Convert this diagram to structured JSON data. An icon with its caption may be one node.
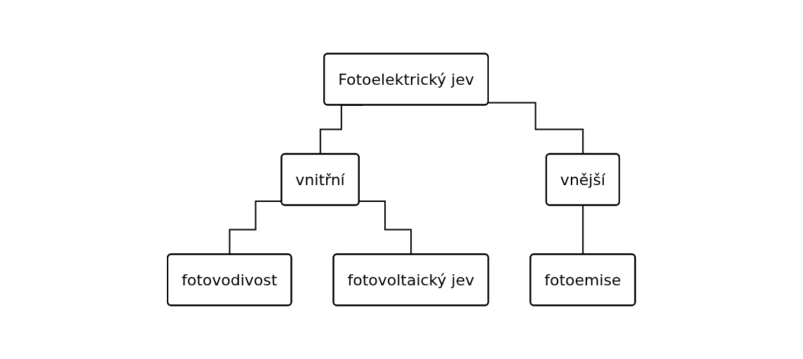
{
  "diagram": {
    "nodes": [
      {
        "text": [
          "Fotoelektrický jev"
        ]
      },
      {
        "text": [
          "vnitřní"
        ]
      },
      {
        "text": [
          "vnější"
        ]
      },
      {
        "text": [
          "fotovodivost"
        ]
      },
      {
        "text": [
          "fotovoltaický jev"
        ]
      },
      {
        "text": [
          "fotoemise"
        ]
      }
    ],
    "edges": [
      {
        "from": 0,
        "to": 1,
        "arrow": "none"
      },
      {
        "from": 0,
        "to": 2,
        "arrow": "none"
      },
      {
        "from": 1,
        "to": 3,
        "arrow": "none"
      },
      {
        "from": 1,
        "to": 4,
        "arrow": "none"
      },
      {
        "from": 2,
        "to": 5,
        "arrow": "none"
      }
    ]
  }
}
